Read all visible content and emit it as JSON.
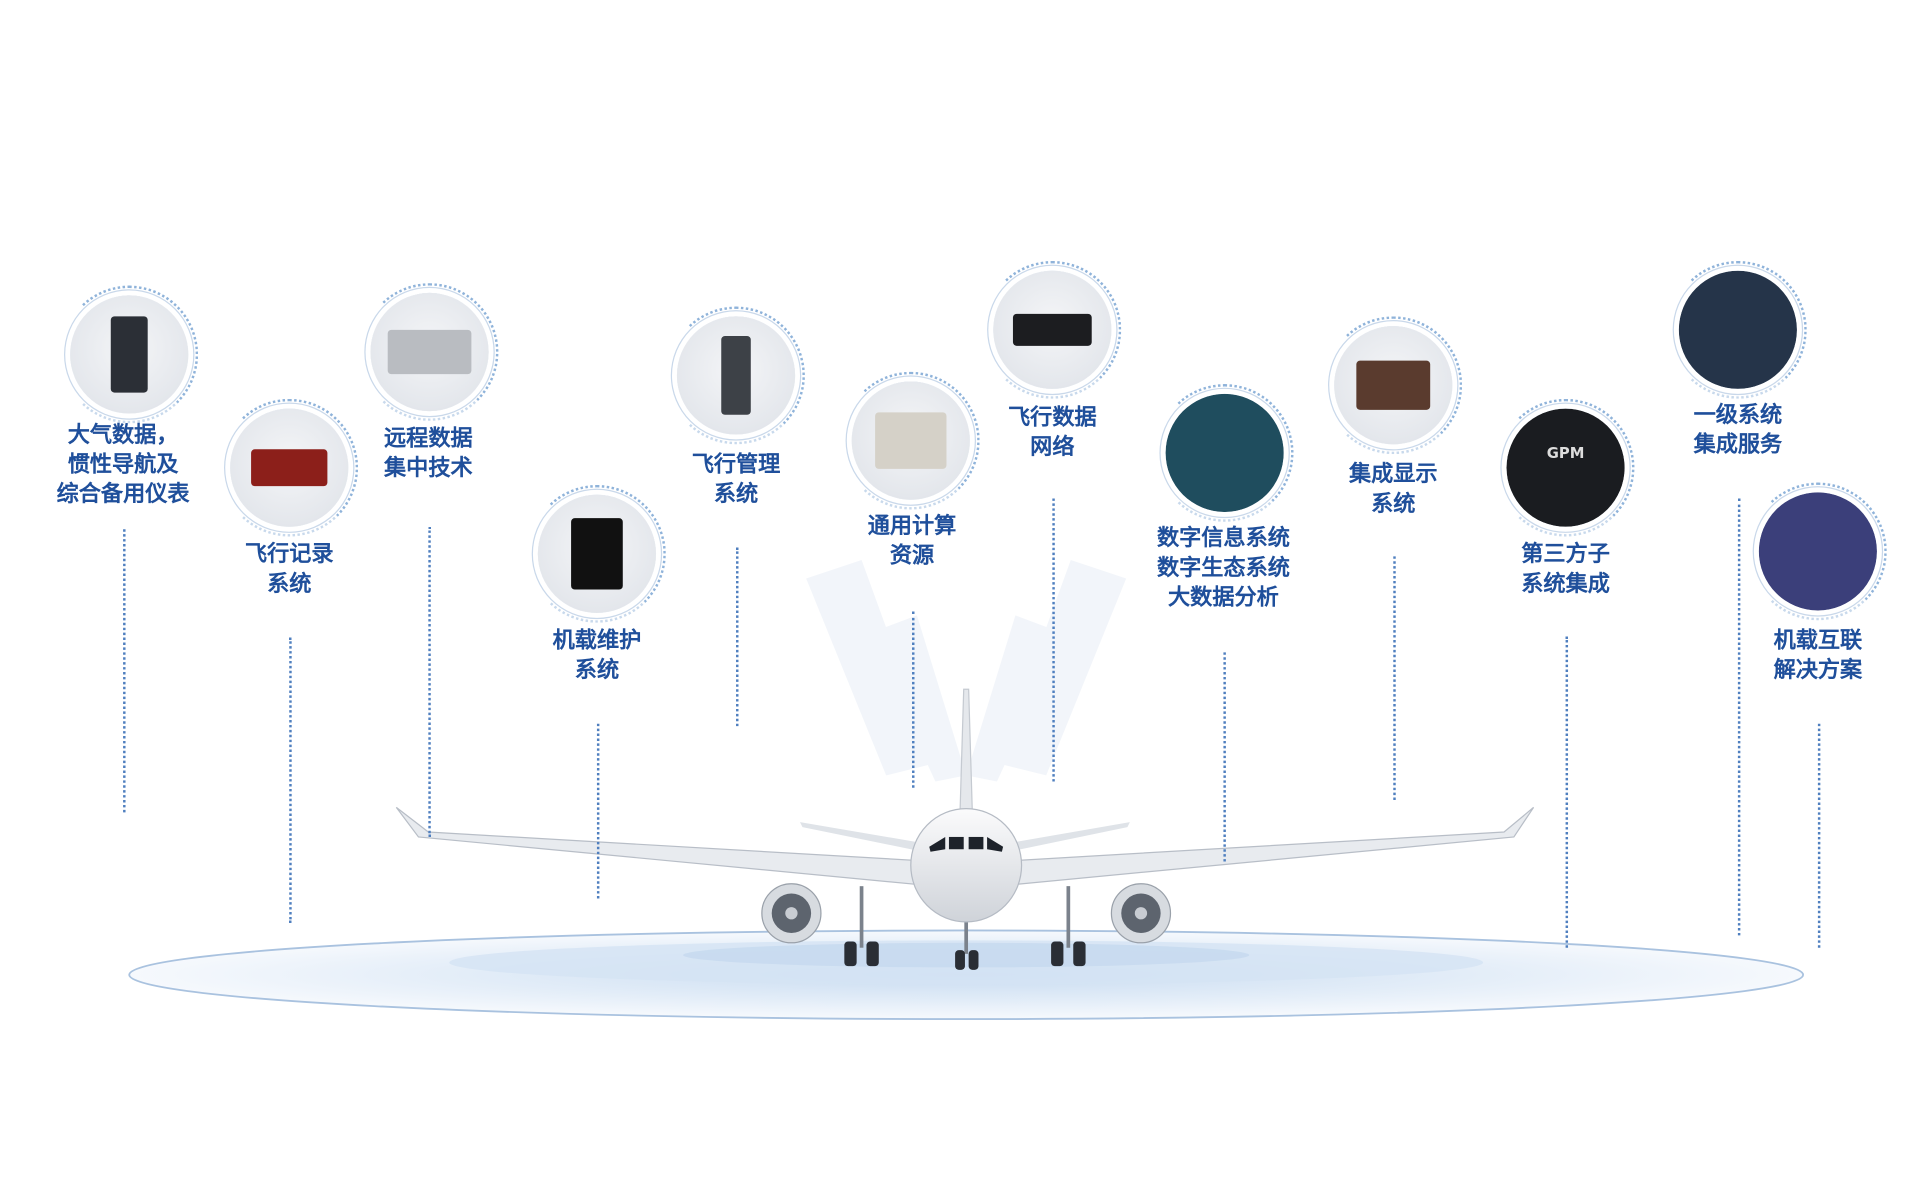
{
  "diagram": {
    "colors": {
      "label": "#1f4f9b",
      "line": "#4f7fbf",
      "ground": "#dce9f7"
    },
    "systems": [
      {
        "id": "air-data",
        "lines": [
          "大气数据，",
          "惯性导航及",
          "综合备用仪表"
        ],
        "image": "air-data-units-photo"
      },
      {
        "id": "flight-recorder",
        "lines": [
          "飞行记录",
          "系统"
        ],
        "image": "flight-recorders-photo"
      },
      {
        "id": "remote-data",
        "lines": [
          "远程数据",
          "集中技术"
        ],
        "image": "remote-data-concentrator-photo"
      },
      {
        "id": "maintenance",
        "lines": [
          "机载维护",
          "系统"
        ],
        "image": "maintenance-unit-photo"
      },
      {
        "id": "flight-management",
        "lines": [
          "飞行管理",
          "系统"
        ],
        "image": "fms-unit-photo"
      },
      {
        "id": "computing",
        "lines": [
          "通用计算",
          "资源"
        ],
        "image": "computing-rack-photo"
      },
      {
        "id": "flight-data-network",
        "lines": [
          "飞行数据",
          "网络"
        ],
        "image": "network-switch-photo"
      },
      {
        "id": "digital-info",
        "lines": [
          "数字信息系统",
          "数字生态系统",
          "大数据分析"
        ],
        "image": "digital-interface-photo"
      },
      {
        "id": "display",
        "lines": [
          "集成显示",
          "系统"
        ],
        "image": "cockpit-display-photo"
      },
      {
        "id": "third-party",
        "lines": [
          "第三方子",
          "系统集成"
        ],
        "image": "gpm-panel-photo",
        "badge": "GPM"
      },
      {
        "id": "tier-one",
        "lines": [
          "一级系统",
          "集成服务"
        ],
        "image": "integration-lab-photo"
      },
      {
        "id": "connectivity",
        "lines": [
          "机载互联",
          "解决方案"
        ],
        "image": "cabin-connectivity-photo"
      }
    ]
  }
}
